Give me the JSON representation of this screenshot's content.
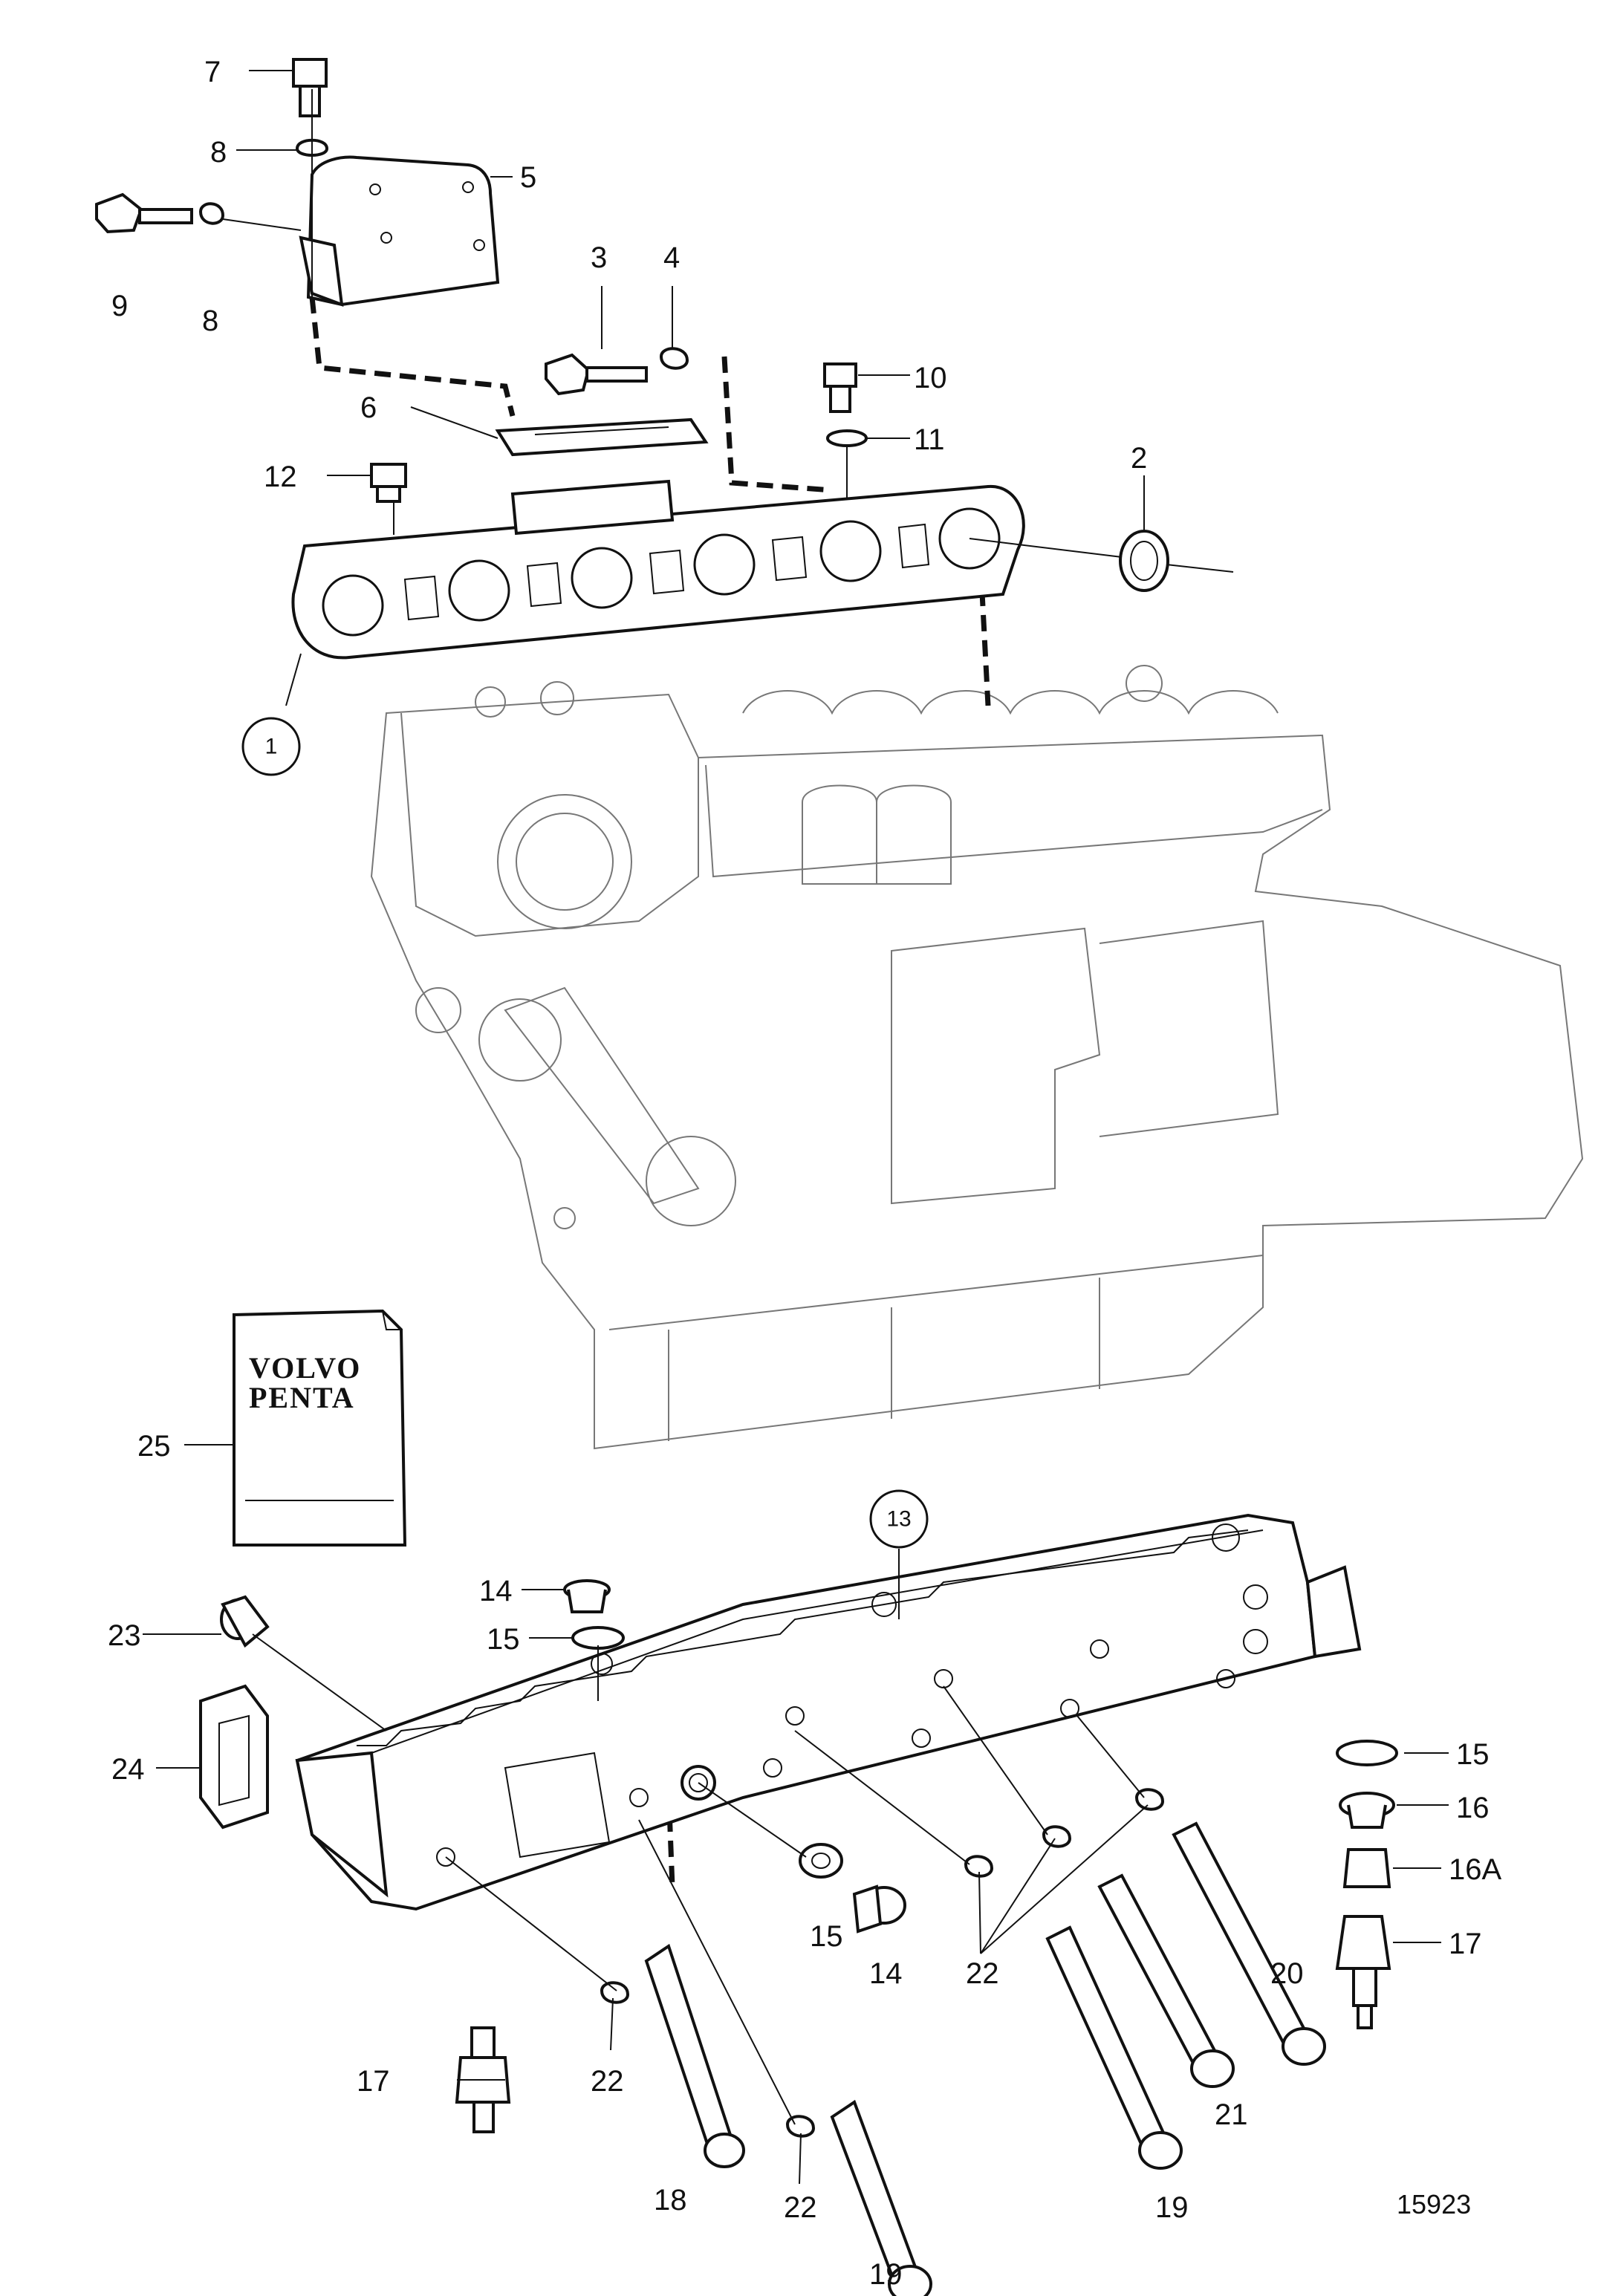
{
  "callouts": {
    "c1": "1",
    "c2": "2",
    "c3": "3",
    "c4": "4",
    "c5": "5",
    "c6": "6",
    "c7": "7",
    "c8a": "8",
    "c8b": "8",
    "c9": "9",
    "c10": "10",
    "c11": "11",
    "c12": "12",
    "c13": "13",
    "c14a": "14",
    "c14b": "14",
    "c15a": "15",
    "c15b": "15",
    "c15c": "15",
    "c16": "16",
    "c16a": "16A",
    "c17a": "17",
    "c17b": "17",
    "c18": "18",
    "c19a": "19",
    "c19b": "19",
    "c20": "20",
    "c21": "21",
    "c22a": "22",
    "c22b": "22",
    "c22c": "22",
    "c23": "23",
    "c24": "24",
    "c25": "25"
  },
  "manual": {
    "brand_line1": "VOLVO",
    "brand_line2": "PENTA"
  },
  "drawing_number": "15923"
}
